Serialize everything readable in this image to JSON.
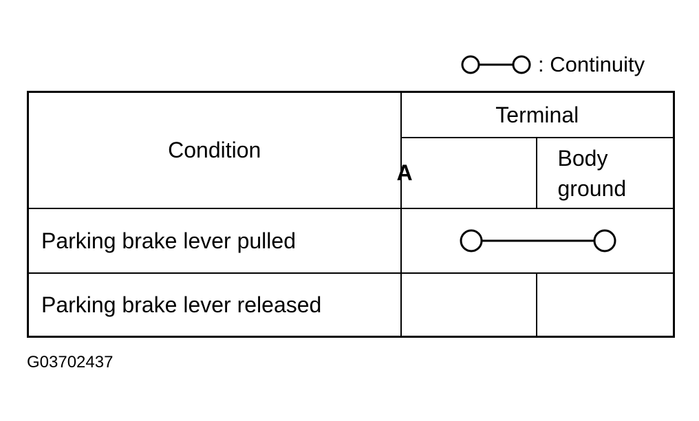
{
  "legend": {
    "symbol_icon": "continuity-symbol-icon",
    "label": ": Continuity"
  },
  "table": {
    "condition_header": "Condition",
    "terminal_header": "Terminal",
    "terminal_columns": [
      "A",
      "Body\nground"
    ],
    "rows": [
      {
        "condition": "Parking brake lever pulled",
        "continuity": true
      },
      {
        "condition": "Parking brake lever released",
        "continuity": false
      }
    ]
  },
  "figure_code": "G03702437"
}
